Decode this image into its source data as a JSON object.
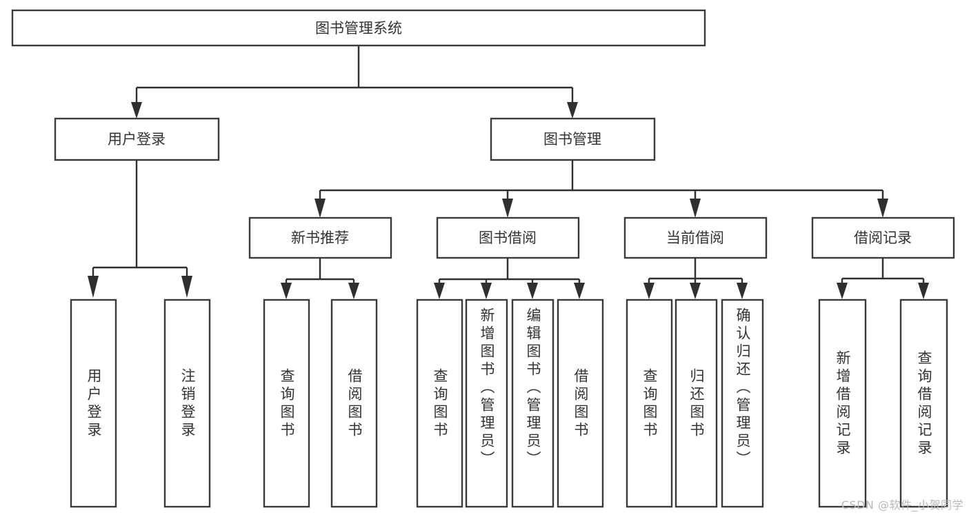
{
  "diagram": {
    "title_text": "图书管理系统",
    "type": "hierarchy-tree",
    "colors": {
      "background": "#ffffff",
      "box_stroke": "#3a3a3a",
      "connector_stroke": "#2f2f2f",
      "label_text": "#333333",
      "watermark_text": "#b8b8b8"
    },
    "levels": 4,
    "nodes": {
      "root": {
        "label": "图书管理系统"
      },
      "level1": [
        {
          "label": "用户登录"
        },
        {
          "label": "图书管理"
        }
      ],
      "level2": [
        {
          "label": "新书推荐"
        },
        {
          "label": "图书借阅"
        },
        {
          "label": "当前借阅"
        },
        {
          "label": "借阅记录"
        }
      ],
      "leaves": {
        "user_login": [
          {
            "label": "用户登录"
          },
          {
            "label": "注销登录"
          }
        ],
        "new_book_recommend": [
          {
            "label": "查询图书"
          },
          {
            "label": "借阅图书"
          }
        ],
        "book_borrow": [
          {
            "label": "查询图书"
          },
          {
            "label": "新增图书（管理员）"
          },
          {
            "label": "编辑图书（管理员）"
          },
          {
            "label": "借阅图书"
          }
        ],
        "current_borrow": [
          {
            "label": "查询图书"
          },
          {
            "label": "归还图书"
          },
          {
            "label": "确认归还（管理员）"
          }
        ],
        "borrow_record": [
          {
            "label": "新增借阅记录"
          },
          {
            "label": "查询借阅记录"
          }
        ]
      }
    },
    "watermark": "CSDN @软件_小贺同学"
  }
}
